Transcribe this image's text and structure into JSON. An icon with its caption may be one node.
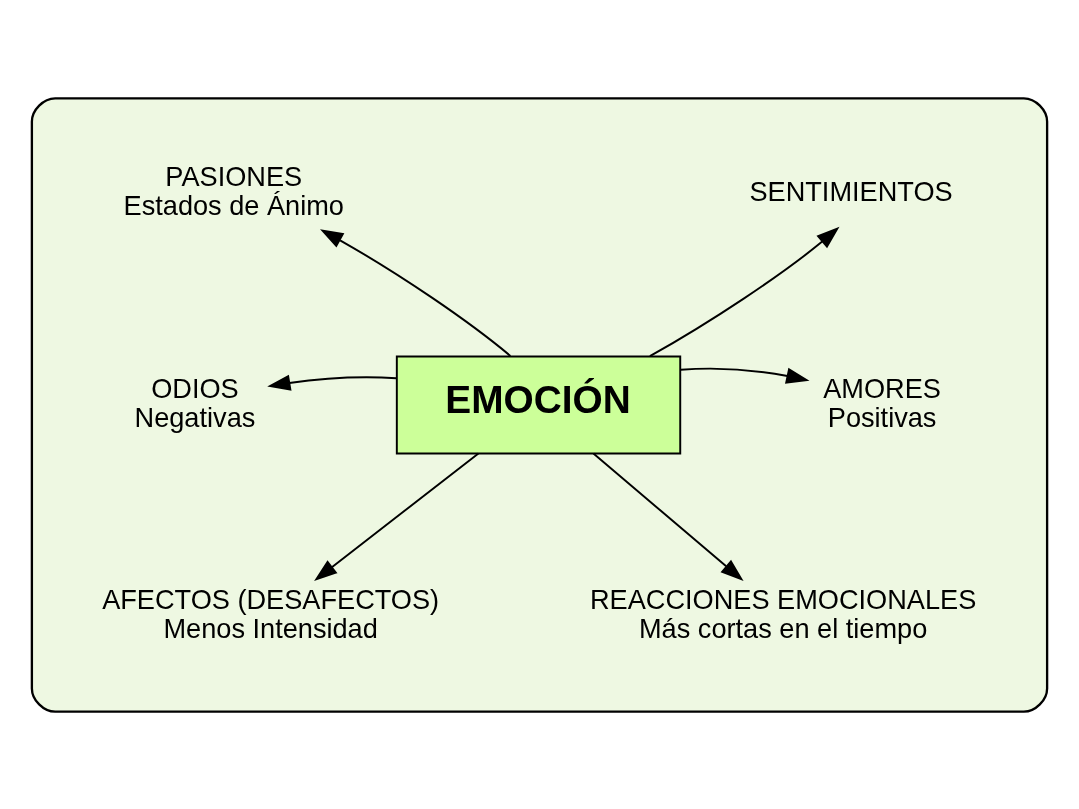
{
  "diagram": {
    "nodes": [
      {
        "text": [],
        "shape": "box"
      },
      {
        "text": [
          "EMOCIÓN"
        ],
        "in": 0
      },
      {
        "text": [
          "PASIONES",
          "Estados de Ánimo"
        ],
        "in": 0
      },
      {
        "text": [
          "SENTIMIENTOS"
        ],
        "in": 0
      },
      {
        "text": [
          "ODIOS",
          "Negativas"
        ],
        "in": 0
      },
      {
        "text": [
          "AMORES",
          "Positivas"
        ],
        "in": 0
      },
      {
        "text": [
          "AFECTOS (DESAFECTOS)",
          "Menos Intensidad"
        ],
        "in": 0
      },
      {
        "text": [
          "REACCIONES EMOCIONALES",
          "Más cortas en el tiempo"
        ],
        "in": 0
      }
    ],
    "edges": [
      {
        "from": 1,
        "to": 2,
        "arrow": "to"
      },
      {
        "from": 1,
        "to": 3,
        "arrow": "to"
      },
      {
        "from": 1,
        "to": 4,
        "arrow": "to"
      },
      {
        "from": 1,
        "to": 5,
        "arrow": "to"
      },
      {
        "from": 1,
        "to": 6,
        "arrow": "to"
      },
      {
        "from": 1,
        "to": 7,
        "arrow": "to"
      }
    ]
  }
}
